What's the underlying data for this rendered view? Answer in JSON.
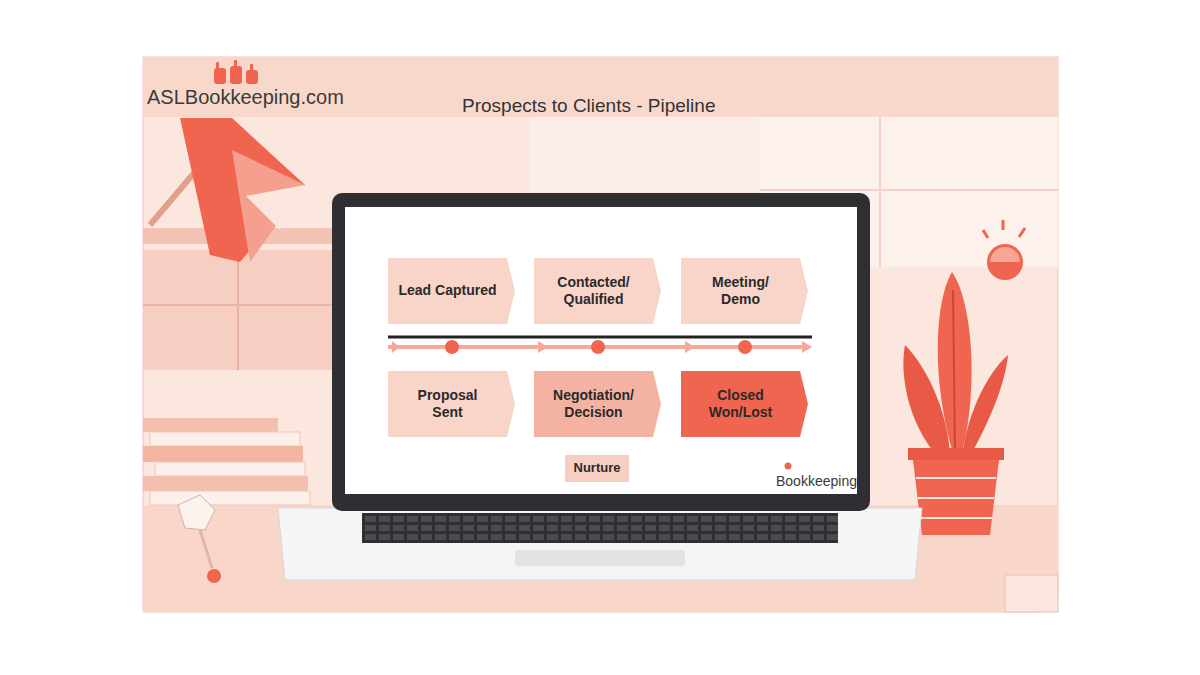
{
  "diagram": {
    "title": "Prospects to Clients - Pipeline",
    "nodes": [
      {
        "text": [
          "Lead Captured"
        ]
      },
      {
        "text": [
          "Contacted/ Qualified"
        ]
      },
      {
        "text": [
          "Meeting/ Demo"
        ]
      },
      {
        "text": [
          "Proposal Sent"
        ]
      },
      {
        "text": [
          "Negotiation/ Decision"
        ]
      },
      {
        "text": [
          "Closed Won/Lost"
        ]
      },
      {
        "text": [
          "Nurture"
        ]
      }
    ],
    "labels": [
      "ASLBookkeeping.com",
      "Bookkeeping"
    ]
  }
}
